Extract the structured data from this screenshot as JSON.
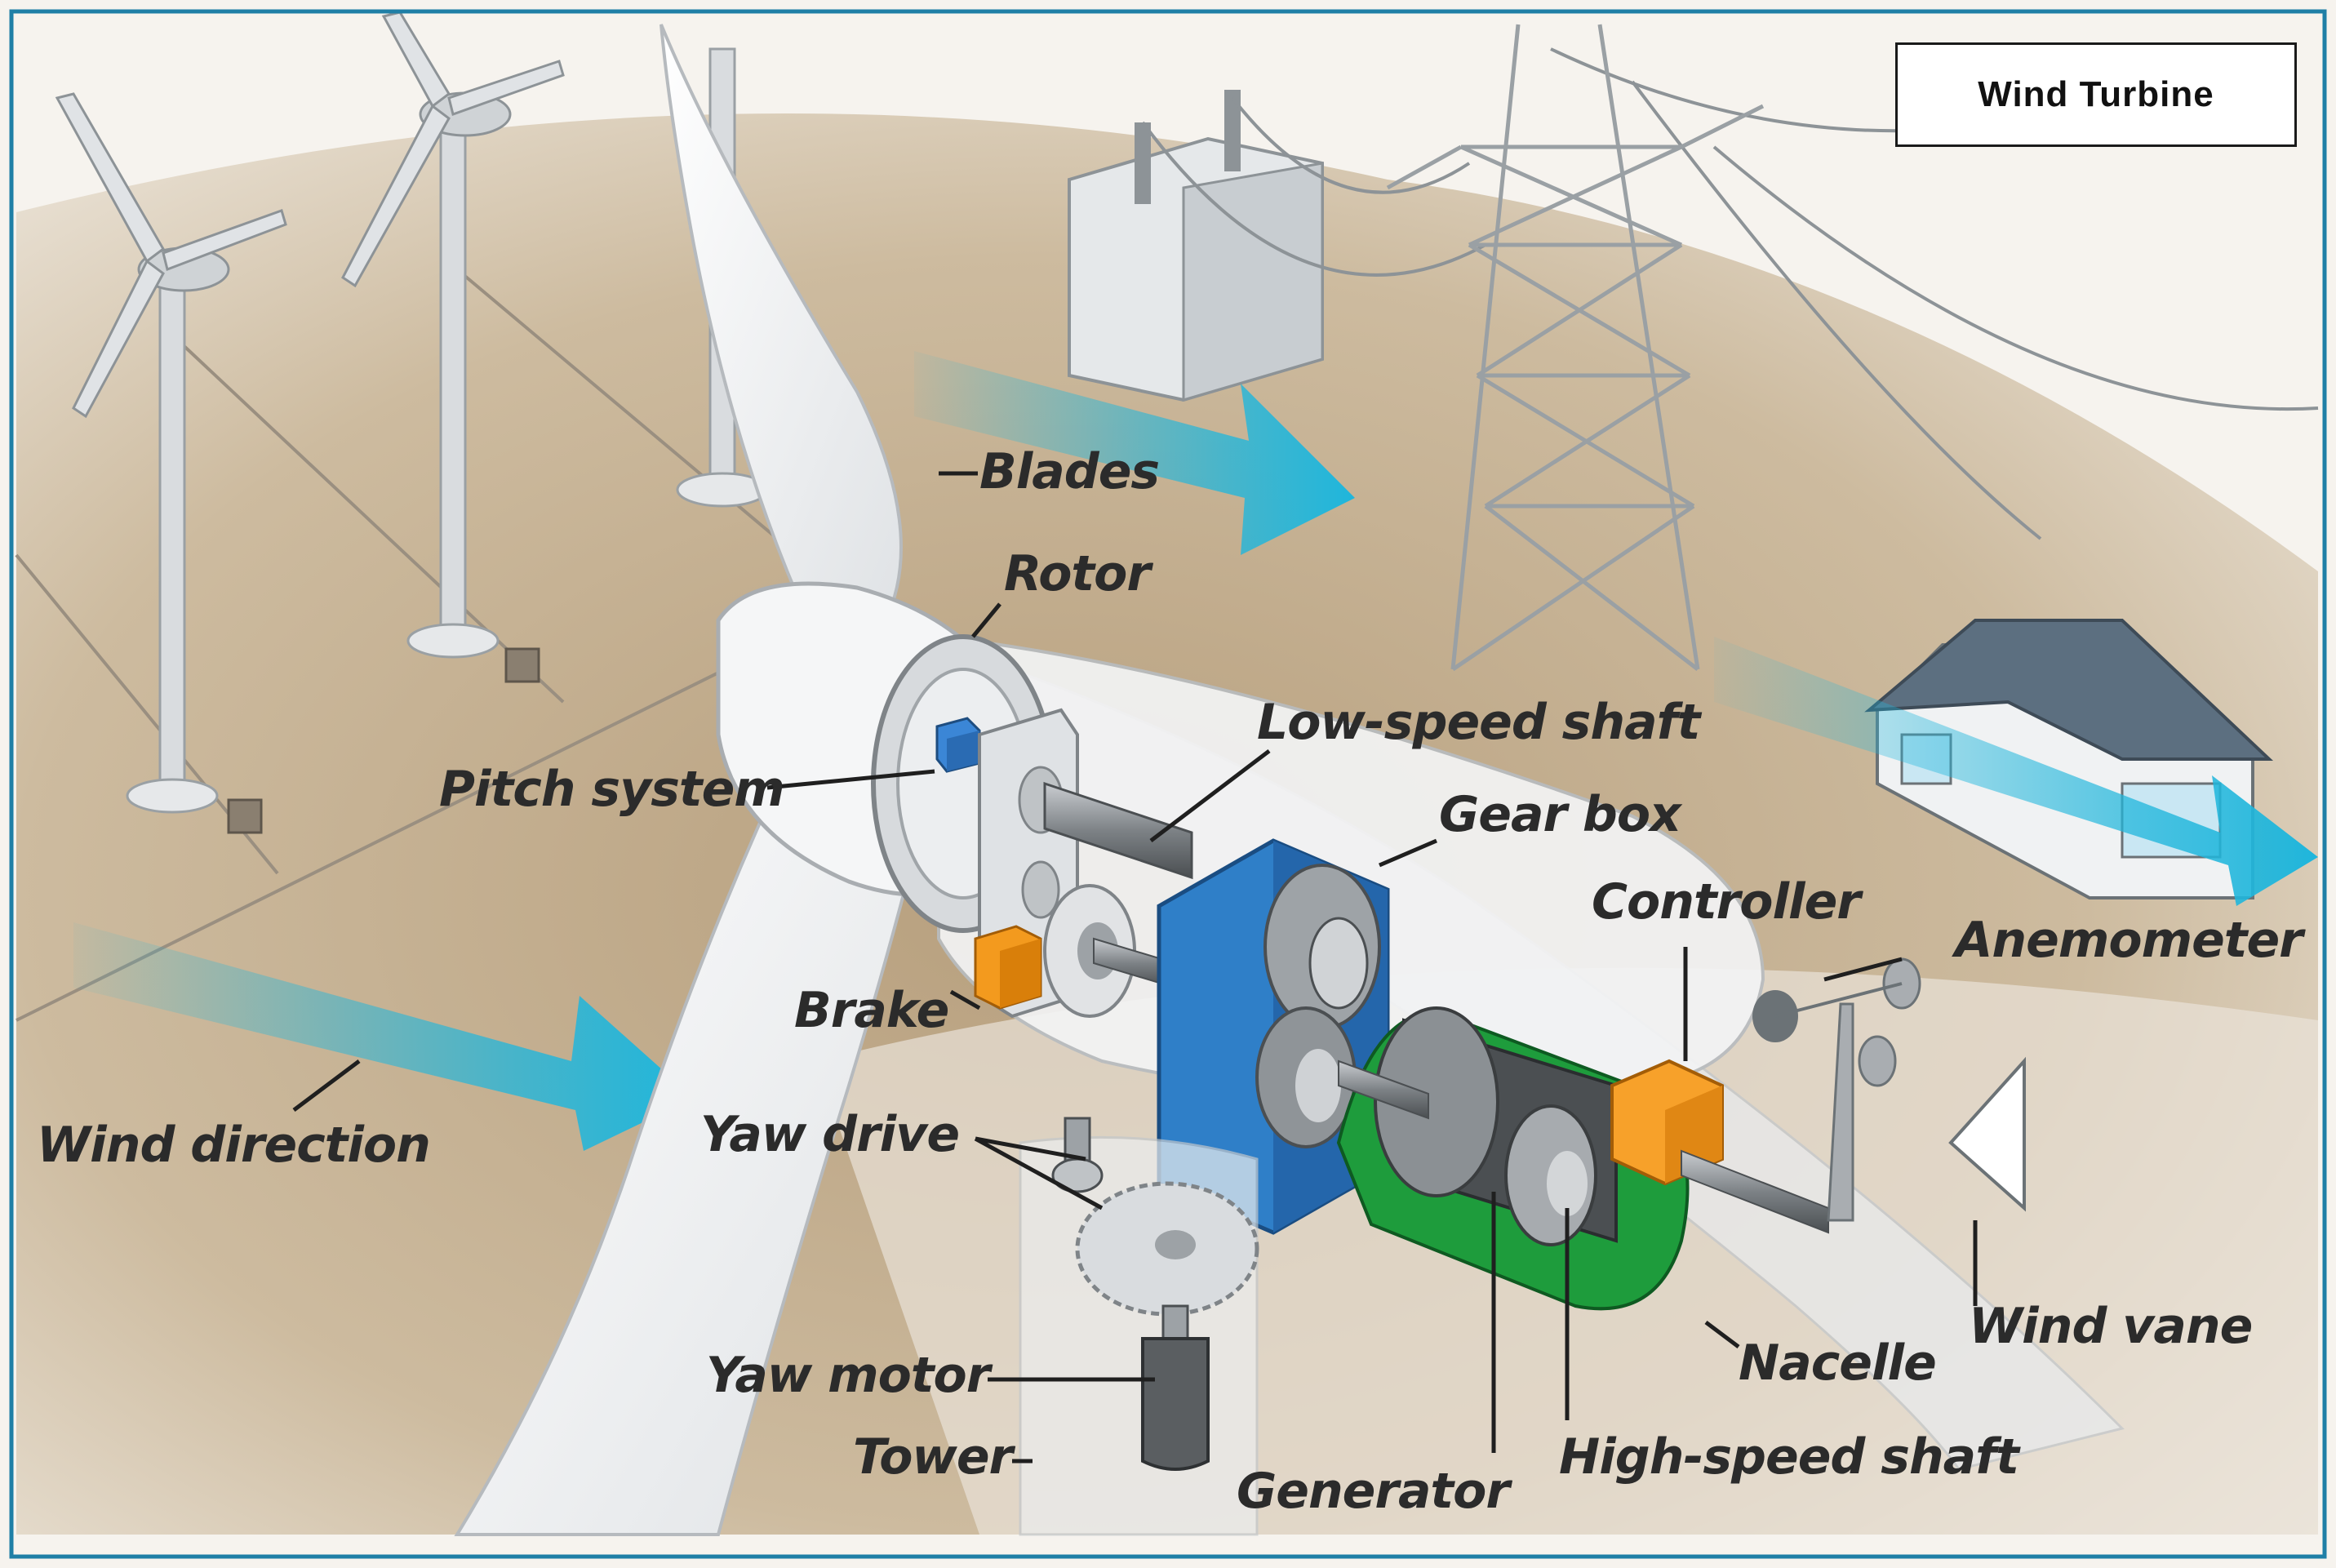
{
  "title": "Wind Turbine",
  "labels": {
    "blades": "Blades",
    "rotor": "Rotor",
    "low_speed_shaft": "Low-speed shaft",
    "pitch_system": "Pitch system",
    "gear_box": "Gear box",
    "controller": "Controller",
    "anemometer": "Anemometer",
    "brake": "Brake",
    "wind_direction": "Wind direction",
    "yaw_drive": "Yaw drive",
    "wind_vane": "Wind vane",
    "nacelle": "Nacelle",
    "yaw_motor": "Yaw motor",
    "tower": "Tower",
    "high_speed_shaft": "High-speed shaft",
    "generator": "Generator"
  },
  "colors": {
    "frame": "#1f7fa6",
    "ground": "#c9b79b",
    "sky": "#f4f1ec",
    "arrow": "#1fb6dc",
    "gearbox": "#2f7fc8",
    "generator_base": "#1e9c3c",
    "brake": "#f39a1e",
    "controller": "#f7a12a",
    "pitch": "#3b86d6",
    "metal": "#a9adb1",
    "dark_metal": "#55595c"
  }
}
